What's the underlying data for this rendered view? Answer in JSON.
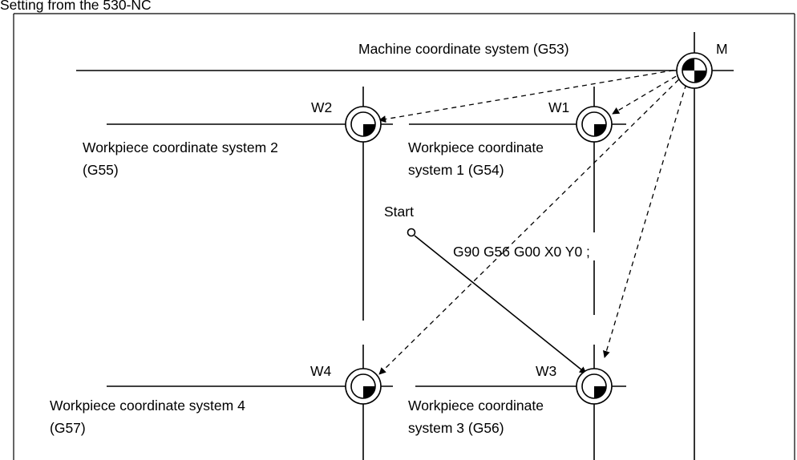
{
  "caption": "Setting from the 530-NC",
  "labels": {
    "machine_system": "Machine coordinate system (G53)",
    "machine_point": "M",
    "w1": "W1",
    "w2": "W2",
    "w3": "W3",
    "w4": "W4",
    "ws1_line1": "Workpiece coordinate",
    "ws1_line2": "system 1 (G54)",
    "ws2_line1": "Workpiece coordinate system 2",
    "ws2_line2": "(G55)",
    "ws3_line1": "Workpiece coordinate",
    "ws3_line2": "system 3 (G56)",
    "ws4_line1": "Workpiece coordinate system 4",
    "ws4_line2": "(G57)",
    "start": "Start",
    "command": "G90 G56 G00 X0 Y0 ;"
  }
}
